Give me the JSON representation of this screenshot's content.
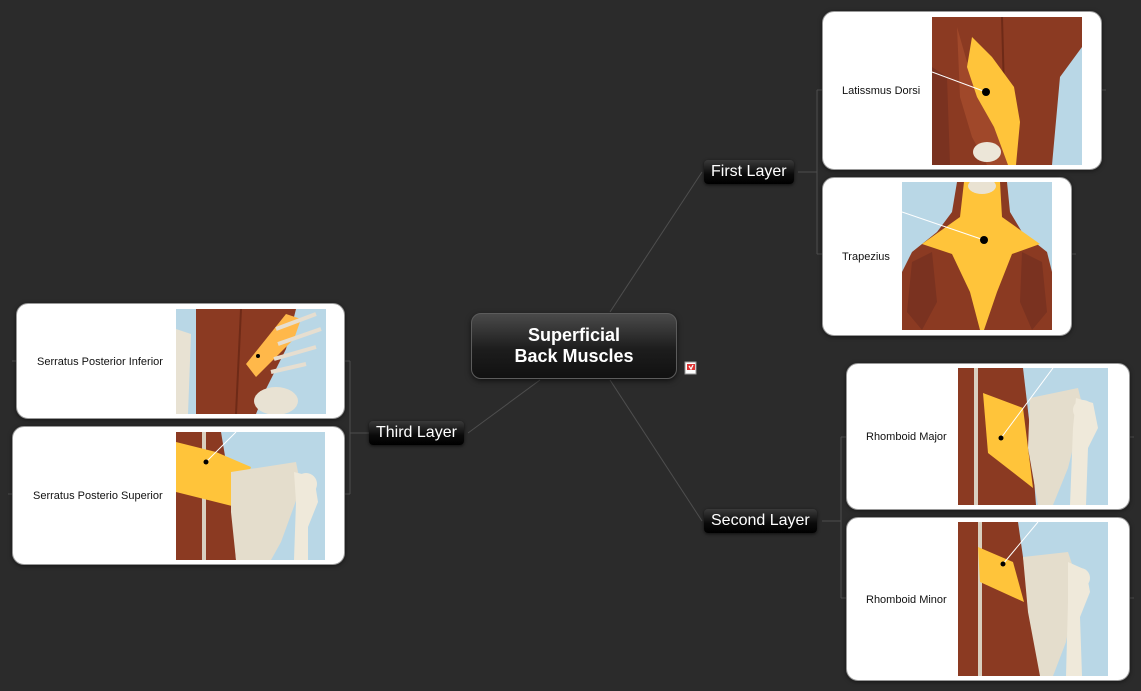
{
  "root": {
    "title": "Superficial Back Muscles"
  },
  "branches": {
    "first": {
      "label": "First Layer"
    },
    "second": {
      "label": "Second Layer"
    },
    "third": {
      "label": "Third Layer"
    }
  },
  "muscles": {
    "latissimus": {
      "label": "Latissmus Dorsi"
    },
    "trapezius": {
      "label": "Trapezius"
    },
    "rhomboid_major": {
      "label": "Rhomboid Major"
    },
    "rhomboid_minor": {
      "label": "Rhomboid Minor"
    },
    "serratus_inferior": {
      "label": "Serratus Posterior Inferior"
    },
    "serratus_superior": {
      "label": "Serratus Posterio Superior"
    }
  },
  "colors": {
    "background": "#2b2b2b",
    "highlight": "#ffc43a",
    "muscle": "#8b3a22",
    "image_bg": "#b9d7e6"
  },
  "icons": {
    "attachment": "attachment-icon"
  }
}
